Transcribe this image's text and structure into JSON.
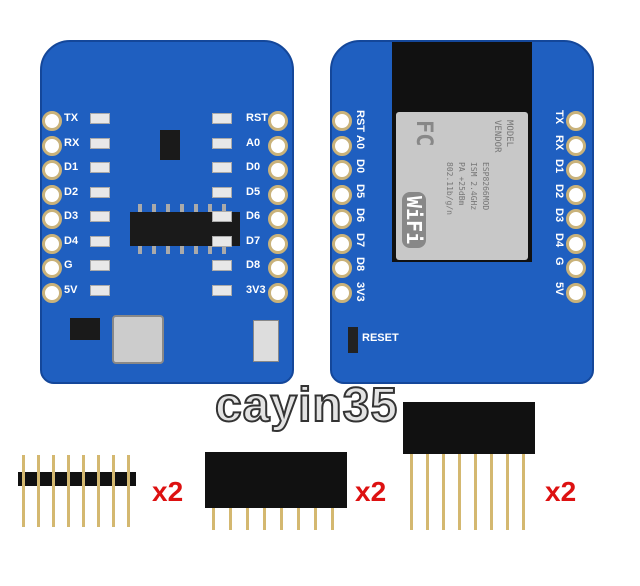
{
  "left_board": {
    "left_labels": [
      "TX",
      "RX",
      "D1",
      "D2",
      "D3",
      "D4",
      "G",
      "5V"
    ],
    "right_labels": [
      "RST",
      "A0",
      "D0",
      "D5",
      "D6",
      "D7",
      "D8",
      "3V3"
    ]
  },
  "right_board": {
    "left_labels": [
      "RST",
      "A0",
      "D0",
      "D5",
      "D6",
      "D7",
      "D8",
      "3V3"
    ],
    "right_labels": [
      "TX",
      "RX",
      "D1",
      "D2",
      "D3",
      "D4",
      "G",
      "5V"
    ],
    "reset_label": "RESET",
    "module": {
      "logo": "FC",
      "line1": "MODEL",
      "line2": "VENDOR",
      "line3": "ESP8266MOD",
      "line4": "ISM 2.4GHz",
      "line5": "PA +25dBm",
      "line6": "802.11b/g/n",
      "wifi": "WiFi"
    }
  },
  "quantities": [
    "x2",
    "x2",
    "x2"
  ],
  "watermark": "cayin35",
  "colors": {
    "pcb": "#1f5fc0",
    "quantity": "#dd1111"
  }
}
